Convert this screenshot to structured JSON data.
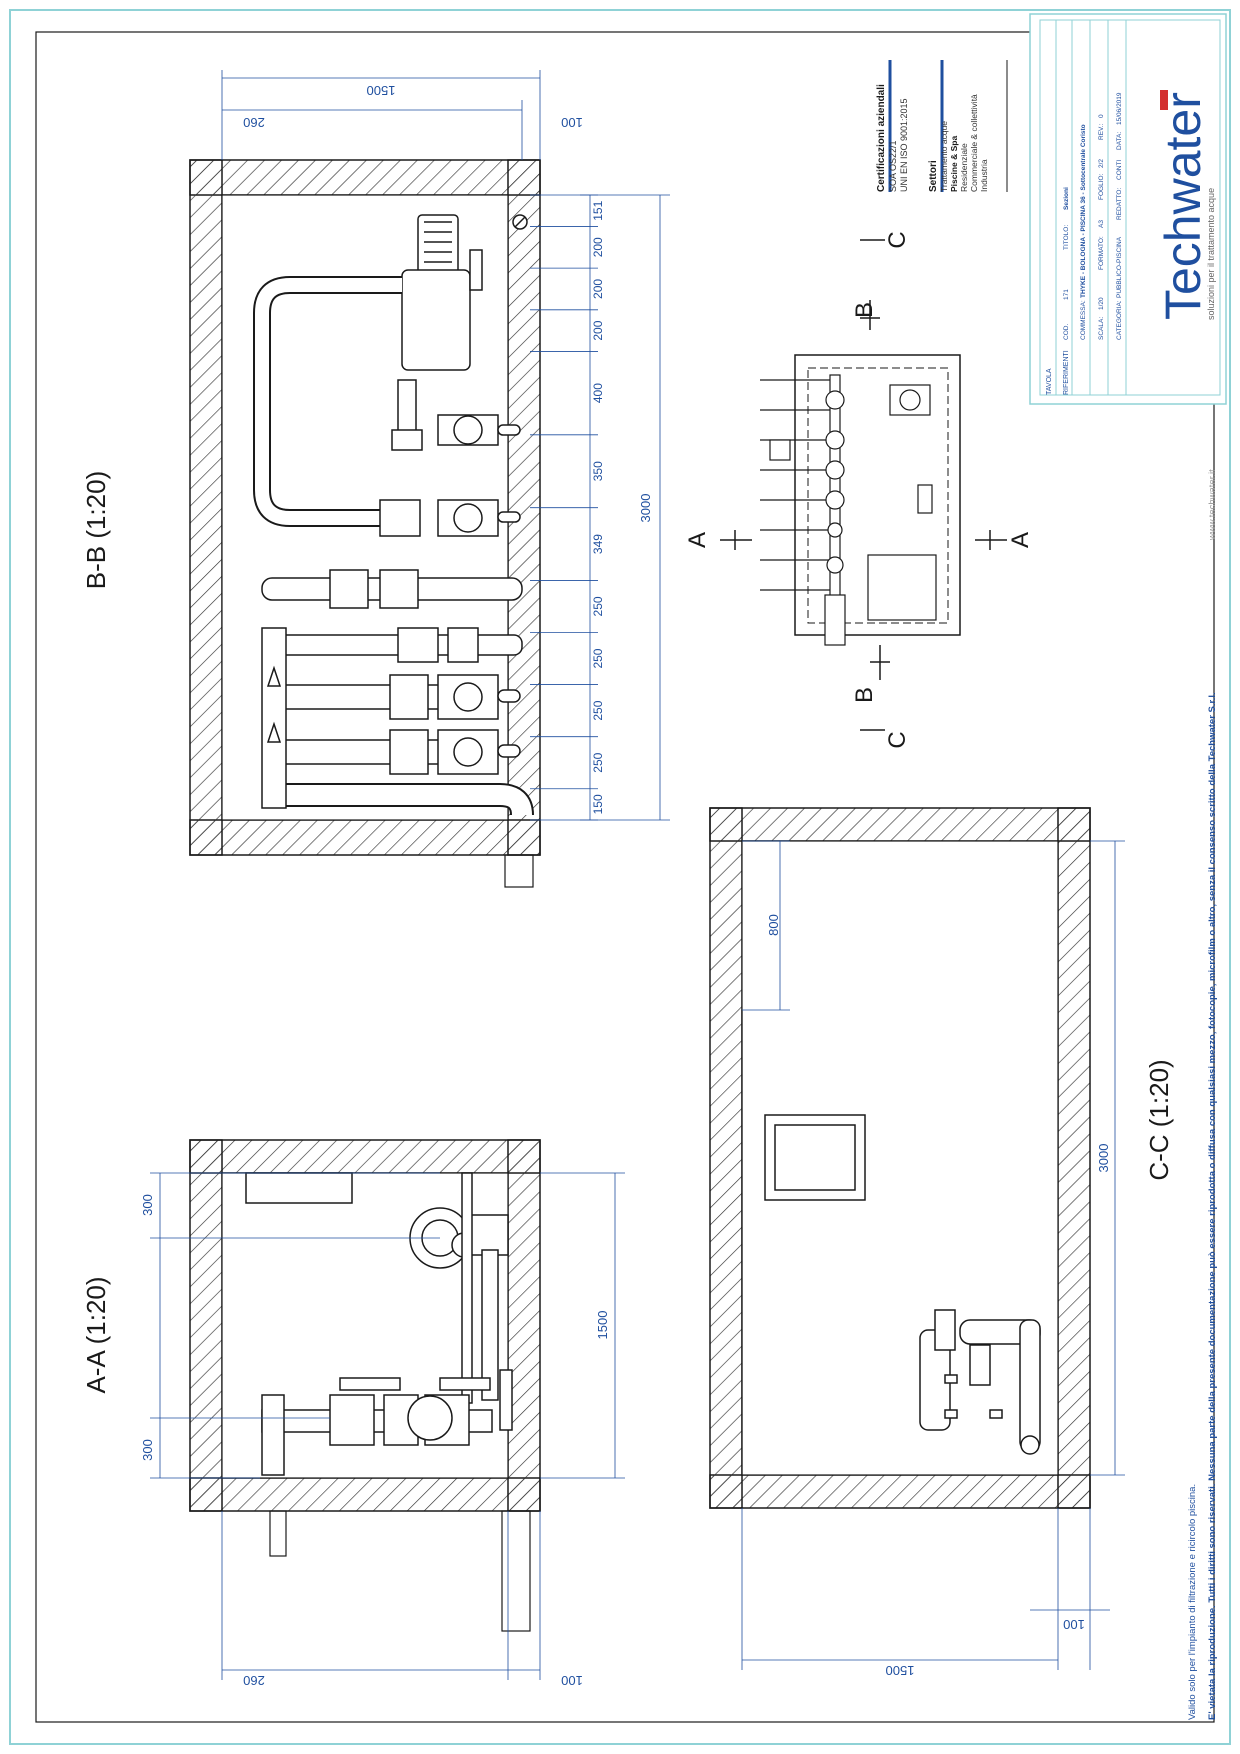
{
  "sections": {
    "aa": {
      "title": "A-A (1:20)",
      "dims": {
        "top": "300",
        "bottom": "300",
        "height": "1500",
        "left": "260",
        "right": "100"
      }
    },
    "bb": {
      "title": "B-B (1:20)",
      "dims": {
        "width": "1500",
        "left": "260",
        "right": "100",
        "total": "3000",
        "chain": [
          "151",
          "200",
          "200",
          "200",
          "400",
          "350",
          "349",
          "250",
          "250",
          "250",
          "250",
          "150"
        ]
      }
    },
    "cc": {
      "title": "C-C (1:20)",
      "dims": {
        "length": "3000",
        "depth": "800",
        "width": "1500",
        "right": "100"
      }
    }
  },
  "plan": {
    "markers": {
      "A": "A",
      "B": "B",
      "C": "C"
    }
  },
  "certifications": {
    "heading": "Certificazioni aziendali",
    "lines": [
      "SOA OS22/1",
      "UNI EN ISO 9001:2015"
    ]
  },
  "sectors": {
    "heading": "Settori",
    "lines": [
      "Trattamento acque",
      "Piscine & Spa",
      "Residenziale",
      "Commerciale & collettività",
      "Industria"
    ]
  },
  "titleblock": {
    "side_labels": [
      "TAVOLA",
      "RIFERIMENTI"
    ],
    "row1": {
      "cod_label": "COD.",
      "cod": "171",
      "titolo_label": "TITOLO:",
      "titolo": "Sezioni"
    },
    "row2": {
      "commessa_label": "COMMESSA:",
      "commessa": "THYKE - BOLOGNA - PISCINA 36 - Sottocentrale Coristo"
    },
    "row3": {
      "scala_label": "SCALA:",
      "scala": "1/20",
      "formato_label": "FORMATO:",
      "formato": "A3",
      "foglio_label": "FOGLIO:",
      "foglio": "2/2",
      "rev_label": "REV.:",
      "rev": "0"
    },
    "row4": {
      "categoria_label": "CATEGORIA:",
      "categoria": "PUBBLICO-PISCINA",
      "redatto_label": "REDATTO:",
      "redatto": "CONTI",
      "data_label": "DATA:",
      "data": "15/06/2019"
    }
  },
  "brand": {
    "logo": "Techwater",
    "tagline": "soluzioni per il trattamento acque"
  },
  "footer": {
    "line1": "Valido solo per l'impianto di filtrazione e ricircolo piscina.",
    "line2": "E' vietata la riproduzione. Tutti i diritti sono riservati. Nessuna parte della presente documentazione può essere riprodotta o diffusa con qualsiasi mezzo, fotocopie, microfilm o altro, senza il consenso scritto della Techwater S.r.l.",
    "website": "www.techwater.it"
  },
  "colors": {
    "line": "#1a1a1a",
    "dimension": "#1f4f9f",
    "frame": "#8fd2d6",
    "logo": "#1f4f9f",
    "logo_accent": "#d32f2f",
    "titleblock_text": "#1f4f9f"
  }
}
